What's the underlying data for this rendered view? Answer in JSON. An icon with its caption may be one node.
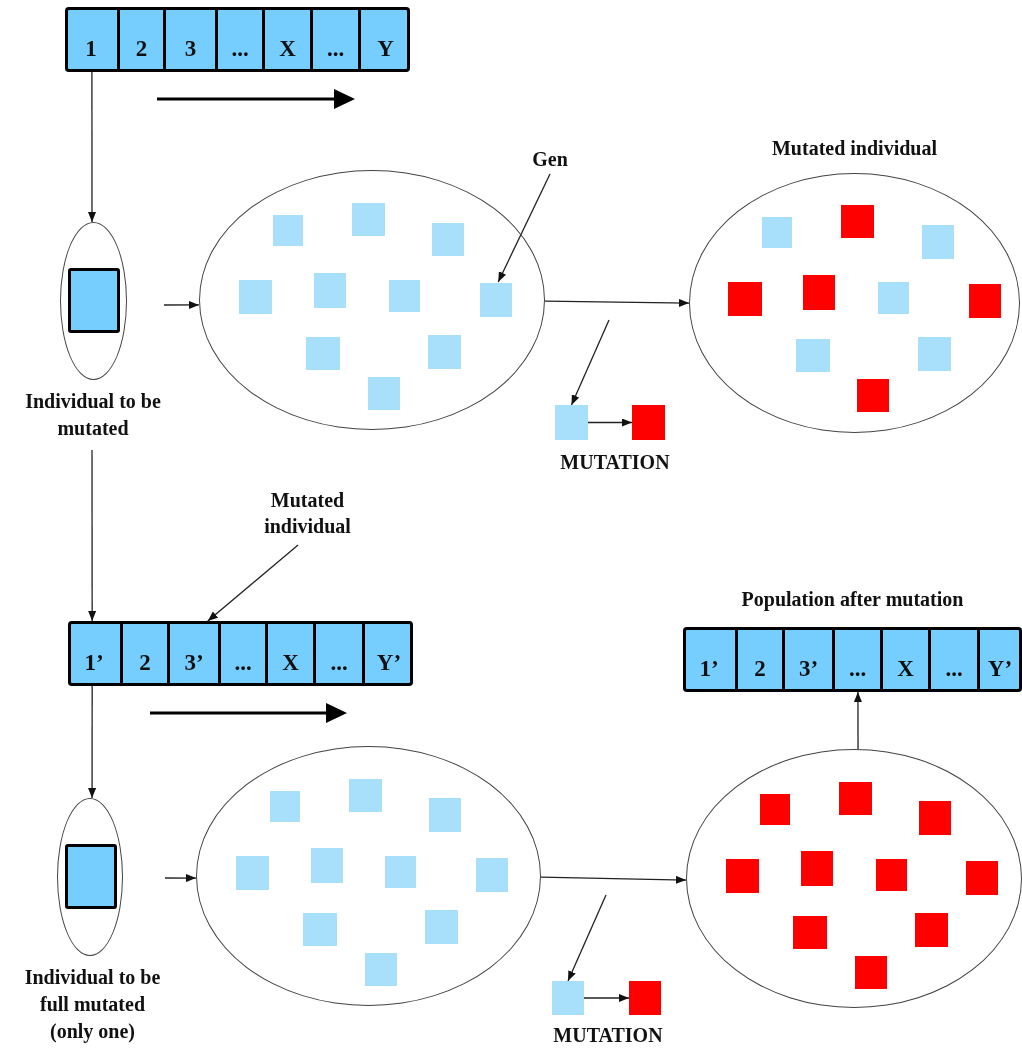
{
  "diagram": {
    "nodes": [
      {
        "text": [],
        "shape": "bar"
      },
      {
        "text": [
          "1"
        ],
        "in": 0
      },
      {
        "text": [
          "2"
        ],
        "in": 0
      },
      {
        "text": [
          "3"
        ],
        "in": 0
      },
      {
        "text": [
          "..."
        ],
        "in": 0
      },
      {
        "text": [
          "X"
        ],
        "in": 0
      },
      {
        "text": [
          "..."
        ],
        "in": 0
      },
      {
        "text": [
          "Y"
        ],
        "in": 0
      },
      {
        "text": [
          "Mutated individual"
        ]
      },
      {
        "text": [
          "Gen"
        ]
      },
      {
        "text": [
          "Individual to be mutated"
        ]
      },
      {
        "text": [],
        "shape": "box",
        "in": 10
      },
      {
        "text": [],
        "shape": "ellipse"
      },
      {
        "text": [],
        "shape": "box",
        "in": 12
      },
      {
        "text": [],
        "shape": "box"
      },
      {
        "text": [],
        "shape": "box"
      },
      {
        "text": [
          "Mutated individual"
        ]
      },
      {
        "text": [
          "Population after mutation"
        ]
      },
      {
        "text": [
          "1’"
        ],
        "in": 17
      },
      {
        "text": [
          "2"
        ],
        "in": 17
      },
      {
        "text": [
          "3’"
        ],
        "in": 17
      },
      {
        "text": [
          "..."
        ],
        "in": 17
      },
      {
        "text": [
          "X"
        ],
        "in": 17
      },
      {
        "text": [
          "..."
        ],
        "in": 17
      },
      {
        "text": [
          "Y’"
        ],
        "in": 17
      },
      {
        "text": [],
        "shape": "bar"
      },
      {
        "text": [
          "1’"
        ],
        "in": 25
      },
      {
        "text": [
          "2"
        ],
        "in": 25
      },
      {
        "text": [
          "3’"
        ],
        "in": 25
      },
      {
        "text": [
          "..."
        ],
        "in": 25
      },
      {
        "text": [
          "X"
        ],
        "in": 25
      },
      {
        "text": [
          "..."
        ],
        "in": 25
      },
      {
        "text": [
          "Y’"
        ],
        "in": 25
      },
      {
        "text": [
          "Individual to be full mutated (only one)"
        ]
      },
      {
        "text": [],
        "shape": "box",
        "in": 33
      },
      {
        "text": [],
        "shape": "ellipse"
      },
      {
        "text": [],
        "shape": "box"
      },
      {
        "text": [],
        "shape": "box"
      },
      {
        "text": [],
        "shape": "ellipse"
      },
      {
        "text": [],
        "shape": "box",
        "in": 12
      },
      {
        "text": [],
        "shape": "box",
        "in": 12
      },
      {
        "text": [],
        "shape": "box",
        "in": 12
      },
      {
        "text": [],
        "shape": "box",
        "in": 12
      },
      {
        "text": [],
        "shape": "box",
        "in": 12
      },
      {
        "text": [],
        "shape": "box",
        "in": 12
      },
      {
        "text": [],
        "shape": "box",
        "in": 12
      },
      {
        "text": [],
        "shape": "box",
        "in": 12
      },
      {
        "text": [],
        "shape": "box",
        "in": 12
      },
      {
        "text": [],
        "shape": "box",
        "in": 8
      },
      {
        "text": [],
        "shape": "box",
        "in": 8
      },
      {
        "text": [],
        "shape": "box",
        "in": 8
      },
      {
        "text": [],
        "shape": "box",
        "in": 8
      },
      {
        "text": [],
        "shape": "box",
        "in": 8
      },
      {
        "text": [],
        "shape": "box",
        "in": 8
      },
      {
        "text": [],
        "shape": "box",
        "in": 8
      },
      {
        "text": [],
        "shape": "box",
        "in": 8
      },
      {
        "text": [],
        "shape": "box",
        "in": 8
      },
      {
        "text": [],
        "shape": "box",
        "in": 8
      },
      {
        "text": [],
        "shape": "box",
        "in": 35
      },
      {
        "text": [],
        "shape": "box",
        "in": 35
      },
      {
        "text": [],
        "shape": "box",
        "in": 35
      },
      {
        "text": [],
        "shape": "box",
        "in": 35
      },
      {
        "text": [],
        "shape": "box",
        "in": 35
      },
      {
        "text": [],
        "shape": "box",
        "in": 35
      },
      {
        "text": [],
        "shape": "box",
        "in": 35
      },
      {
        "text": [],
        "shape": "box",
        "in": 35
      },
      {
        "text": [],
        "shape": "box",
        "in": 35
      },
      {
        "text": [],
        "shape": "box",
        "in": 35
      },
      {
        "text": [],
        "shape": "box",
        "in": 38
      },
      {
        "text": [],
        "shape": "box",
        "in": 38
      },
      {
        "text": [],
        "shape": "box",
        "in": 38
      },
      {
        "text": [],
        "shape": "box",
        "in": 38
      },
      {
        "text": [],
        "shape": "box",
        "in": 38
      },
      {
        "text": [],
        "shape": "box",
        "in": 38
      },
      {
        "text": [],
        "shape": "box",
        "in": 38
      },
      {
        "text": [],
        "shape": "box",
        "in": 38
      },
      {
        "text": [],
        "shape": "box",
        "in": 38
      },
      {
        "text": [],
        "shape": "box",
        "in": 38
      }
    ],
    "edges": [
      {
        "from": 0,
        "to": 10,
        "arrow": "to"
      },
      {
        "from": 10,
        "to": 12,
        "arrow": "to"
      },
      {
        "from": 9,
        "to": 13,
        "arrow": "to"
      },
      {
        "from": 12,
        "to": 8,
        "arrow": "to"
      },
      {
        "from": null,
        "to": 14,
        "arrow": "to"
      },
      {
        "from": 14,
        "to": 15,
        "arrow": "to"
      },
      {
        "from": 10,
        "to": 25,
        "arrow": "to"
      },
      {
        "from": 16,
        "to": 28,
        "arrow": "to"
      },
      {
        "from": 25,
        "to": 33,
        "arrow": "to"
      },
      {
        "from": 33,
        "to": 35,
        "arrow": "to"
      },
      {
        "from": 35,
        "to": 38,
        "arrow": "to"
      },
      {
        "from": null,
        "to": 36,
        "arrow": "to"
      },
      {
        "from": 36,
        "to": 37,
        "arrow": "to"
      },
      {
        "from": 38,
        "to": 17,
        "arrow": "to"
      }
    ],
    "labels": [
      "MUTATION",
      "MUTATION"
    ]
  }
}
